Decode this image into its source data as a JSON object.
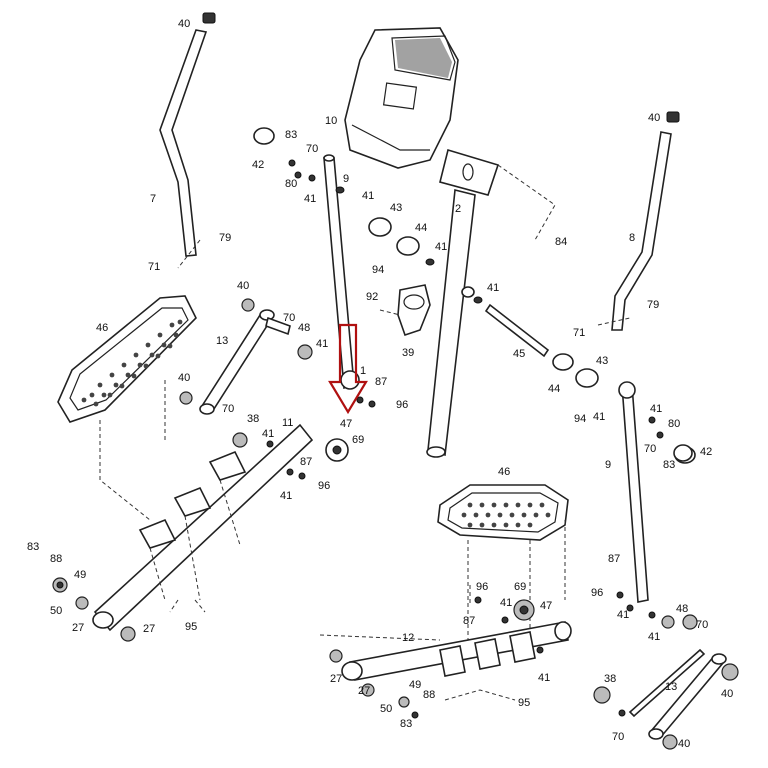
{
  "diagram": {
    "callouts": [
      {
        "id": "c-40-tl",
        "text": "40"
      },
      {
        "id": "c-7",
        "text": "7"
      },
      {
        "id": "c-79-l",
        "text": "79"
      },
      {
        "id": "c-71-l",
        "text": "71"
      },
      {
        "id": "c-10",
        "text": "10"
      },
      {
        "id": "c-83-a",
        "text": "83"
      },
      {
        "id": "c-42-l",
        "text": "42"
      },
      {
        "id": "c-70-a",
        "text": "70"
      },
      {
        "id": "c-80-l",
        "text": "80"
      },
      {
        "id": "c-41-a",
        "text": "41"
      },
      {
        "id": "c-9-l",
        "text": "9"
      },
      {
        "id": "c-41-b",
        "text": "41"
      },
      {
        "id": "c-43-l",
        "text": "43"
      },
      {
        "id": "c-44-l",
        "text": "44"
      },
      {
        "id": "c-2",
        "text": "2"
      },
      {
        "id": "c-84",
        "text": "84"
      },
      {
        "id": "c-94-l",
        "text": "94"
      },
      {
        "id": "c-41-c",
        "text": "41"
      },
      {
        "id": "c-92",
        "text": "92"
      },
      {
        "id": "c-39",
        "text": "39"
      },
      {
        "id": "c-40-tr",
        "text": "40"
      },
      {
        "id": "c-8",
        "text": "8"
      },
      {
        "id": "c-79-r",
        "text": "79"
      },
      {
        "id": "c-71-r",
        "text": "71"
      },
      {
        "id": "c-41-d",
        "text": "41"
      },
      {
        "id": "c-45",
        "text": "45"
      },
      {
        "id": "c-43-r",
        "text": "43"
      },
      {
        "id": "c-44-r",
        "text": "44"
      },
      {
        "id": "c-94-r",
        "text": "94"
      },
      {
        "id": "c-41-e",
        "text": "41"
      },
      {
        "id": "c-41-f",
        "text": "41"
      },
      {
        "id": "c-80-r",
        "text": "80"
      },
      {
        "id": "c-70-r",
        "text": "70"
      },
      {
        "id": "c-83-r",
        "text": "83"
      },
      {
        "id": "c-42-r",
        "text": "42"
      },
      {
        "id": "c-9-r",
        "text": "9"
      },
      {
        "id": "c-46-l",
        "text": "46"
      },
      {
        "id": "c-40-m",
        "text": "40"
      },
      {
        "id": "c-13-l",
        "text": "13"
      },
      {
        "id": "c-70-b",
        "text": "70"
      },
      {
        "id": "c-48-l",
        "text": "48"
      },
      {
        "id": "c-41-g",
        "text": "41"
      },
      {
        "id": "c-40-l",
        "text": "40"
      },
      {
        "id": "c-70-c",
        "text": "70"
      },
      {
        "id": "c-38-l",
        "text": "38"
      },
      {
        "id": "c-41-h",
        "text": "41"
      },
      {
        "id": "c-11",
        "text": "11"
      },
      {
        "id": "c-1",
        "text": "1"
      },
      {
        "id": "c-87-a",
        "text": "87"
      },
      {
        "id": "c-96-a",
        "text": "96"
      },
      {
        "id": "c-47-l",
        "text": "47"
      },
      {
        "id": "c-69-l",
        "text": "69"
      },
      {
        "id": "c-87-b",
        "text": "87"
      },
      {
        "id": "c-96-b",
        "text": "96"
      },
      {
        "id": "c-41-i",
        "text": "41"
      },
      {
        "id": "c-83-b",
        "text": "83"
      },
      {
        "id": "c-88-l",
        "text": "88"
      },
      {
        "id": "c-49-l",
        "text": "49"
      },
      {
        "id": "c-50-l",
        "text": "50"
      },
      {
        "id": "c-27-a",
        "text": "27"
      },
      {
        "id": "c-27-b",
        "text": "27"
      },
      {
        "id": "c-95-l",
        "text": "95"
      },
      {
        "id": "c-46-r",
        "text": "46"
      },
      {
        "id": "c-96-c",
        "text": "96"
      },
      {
        "id": "c-69-r",
        "text": "69"
      },
      {
        "id": "c-41-j",
        "text": "41"
      },
      {
        "id": "c-47-r",
        "text": "47"
      },
      {
        "id": "c-87-c",
        "text": "87"
      },
      {
        "id": "c-87-d",
        "text": "87"
      },
      {
        "id": "c-96-d",
        "text": "96"
      },
      {
        "id": "c-41-k",
        "text": "41"
      },
      {
        "id": "c-41-l",
        "text": "41"
      },
      {
        "id": "c-48-r",
        "text": "48"
      },
      {
        "id": "c-70-d",
        "text": "70"
      },
      {
        "id": "c-12",
        "text": "12"
      },
      {
        "id": "c-27-c",
        "text": "27"
      },
      {
        "id": "c-27-d",
        "text": "27"
      },
      {
        "id": "c-49-r",
        "text": "49"
      },
      {
        "id": "c-50-r",
        "text": "50"
      },
      {
        "id": "c-88-r",
        "text": "88"
      },
      {
        "id": "c-83-c",
        "text": "83"
      },
      {
        "id": "c-95-r",
        "text": "95"
      },
      {
        "id": "c-41-m",
        "text": "41"
      },
      {
        "id": "c-38-r",
        "text": "38"
      },
      {
        "id": "c-13-r",
        "text": "13"
      },
      {
        "id": "c-70-e",
        "text": "70"
      },
      {
        "id": "c-40-br",
        "text": "40"
      },
      {
        "id": "c-40-bm",
        "text": "40"
      }
    ],
    "highlight_color": "#b01010"
  }
}
